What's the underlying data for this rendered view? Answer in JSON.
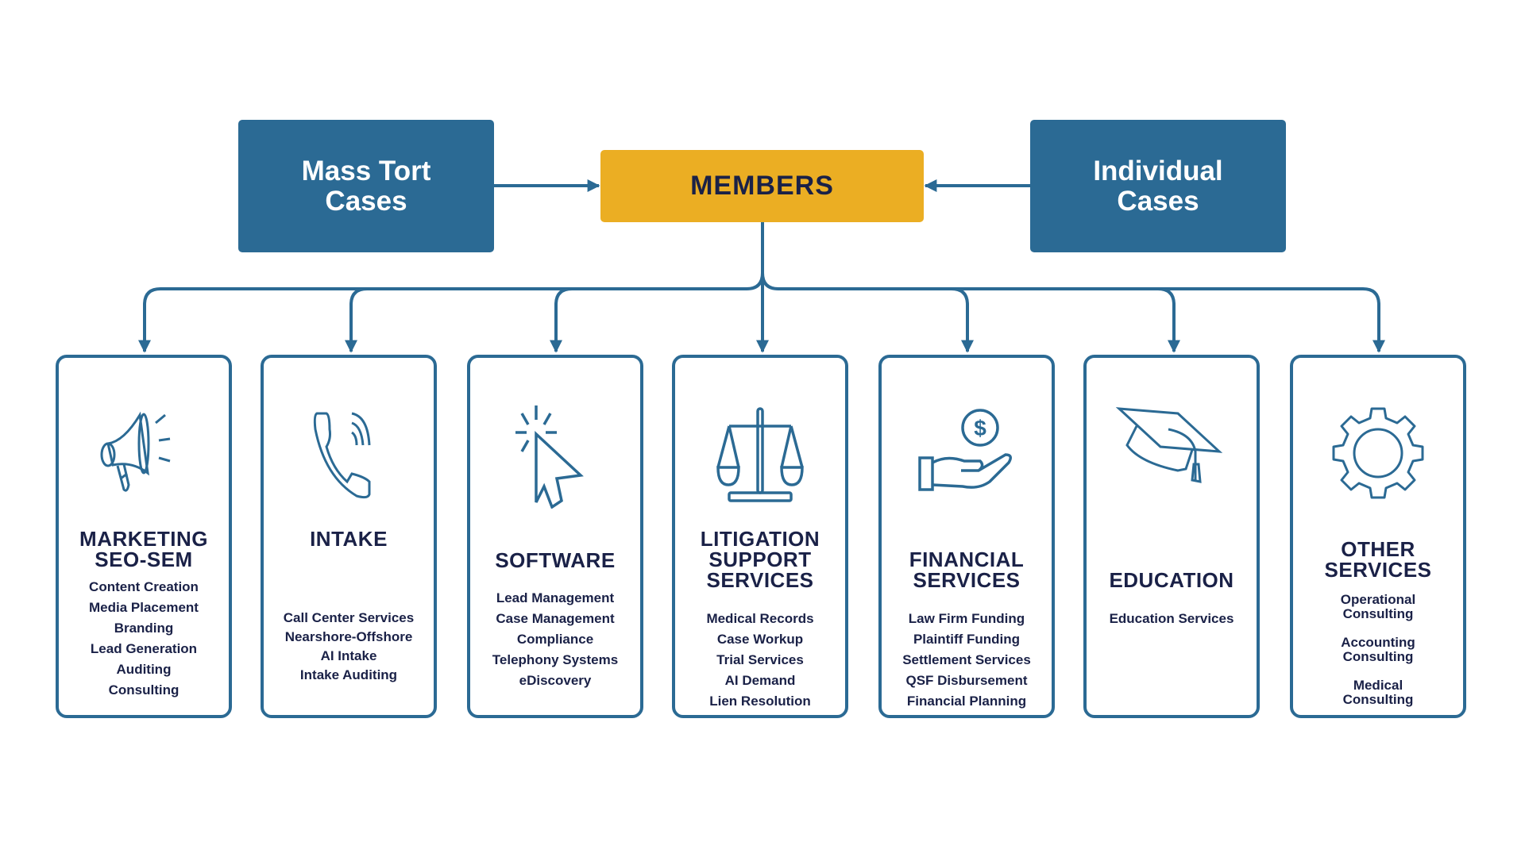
{
  "colors": {
    "primary": "#2b6a94",
    "accent": "#ebae23",
    "text": "#1a2147"
  },
  "sources": [
    {
      "lines": [
        "Mass Tort",
        "Cases"
      ]
    },
    {
      "lines": [
        "Individual",
        "Cases"
      ]
    }
  ],
  "hub": {
    "label": "MEMBERS"
  },
  "categories": [
    {
      "icon": "megaphone-icon",
      "title": [
        "MARKETING",
        "SEO-SEM"
      ],
      "items": [
        "Content Creation",
        "Media Placement",
        "Branding",
        "Lead Generation",
        "Auditing",
        "Consulting"
      ]
    },
    {
      "icon": "phone-icon",
      "title": [
        "INTAKE"
      ],
      "items": [
        "Call Center Services",
        "Nearshore-Offshore",
        "AI Intake",
        "Intake Auditing"
      ]
    },
    {
      "icon": "cursor-click-icon",
      "title": [
        "SOFTWARE"
      ],
      "items": [
        "Lead Management",
        "Case Management",
        "Compliance",
        "Telephony Systems",
        "eDiscovery"
      ]
    },
    {
      "icon": "scales-icon",
      "title": [
        "LITIGATION",
        "SUPPORT",
        "SERVICES"
      ],
      "items": [
        "Medical Records",
        "Case Workup",
        "Trial Services",
        "AI Demand",
        "Lien Resolution"
      ]
    },
    {
      "icon": "hand-dollar-icon",
      "title": [
        "FINANCIAL",
        "SERVICES"
      ],
      "items": [
        "Law Firm Funding",
        "Plaintiff Funding",
        "Settlement Services",
        "QSF Disbursement",
        "Financial Planning"
      ]
    },
    {
      "icon": "graduation-cap-icon",
      "title": [
        "EDUCATION"
      ],
      "items": [
        "Education Services"
      ]
    },
    {
      "icon": "gear-icon",
      "title": [
        "OTHER",
        "SERVICES"
      ],
      "items": [
        "Operational Consulting",
        "Accounting Consulting",
        "Medical Consulting"
      ]
    }
  ]
}
